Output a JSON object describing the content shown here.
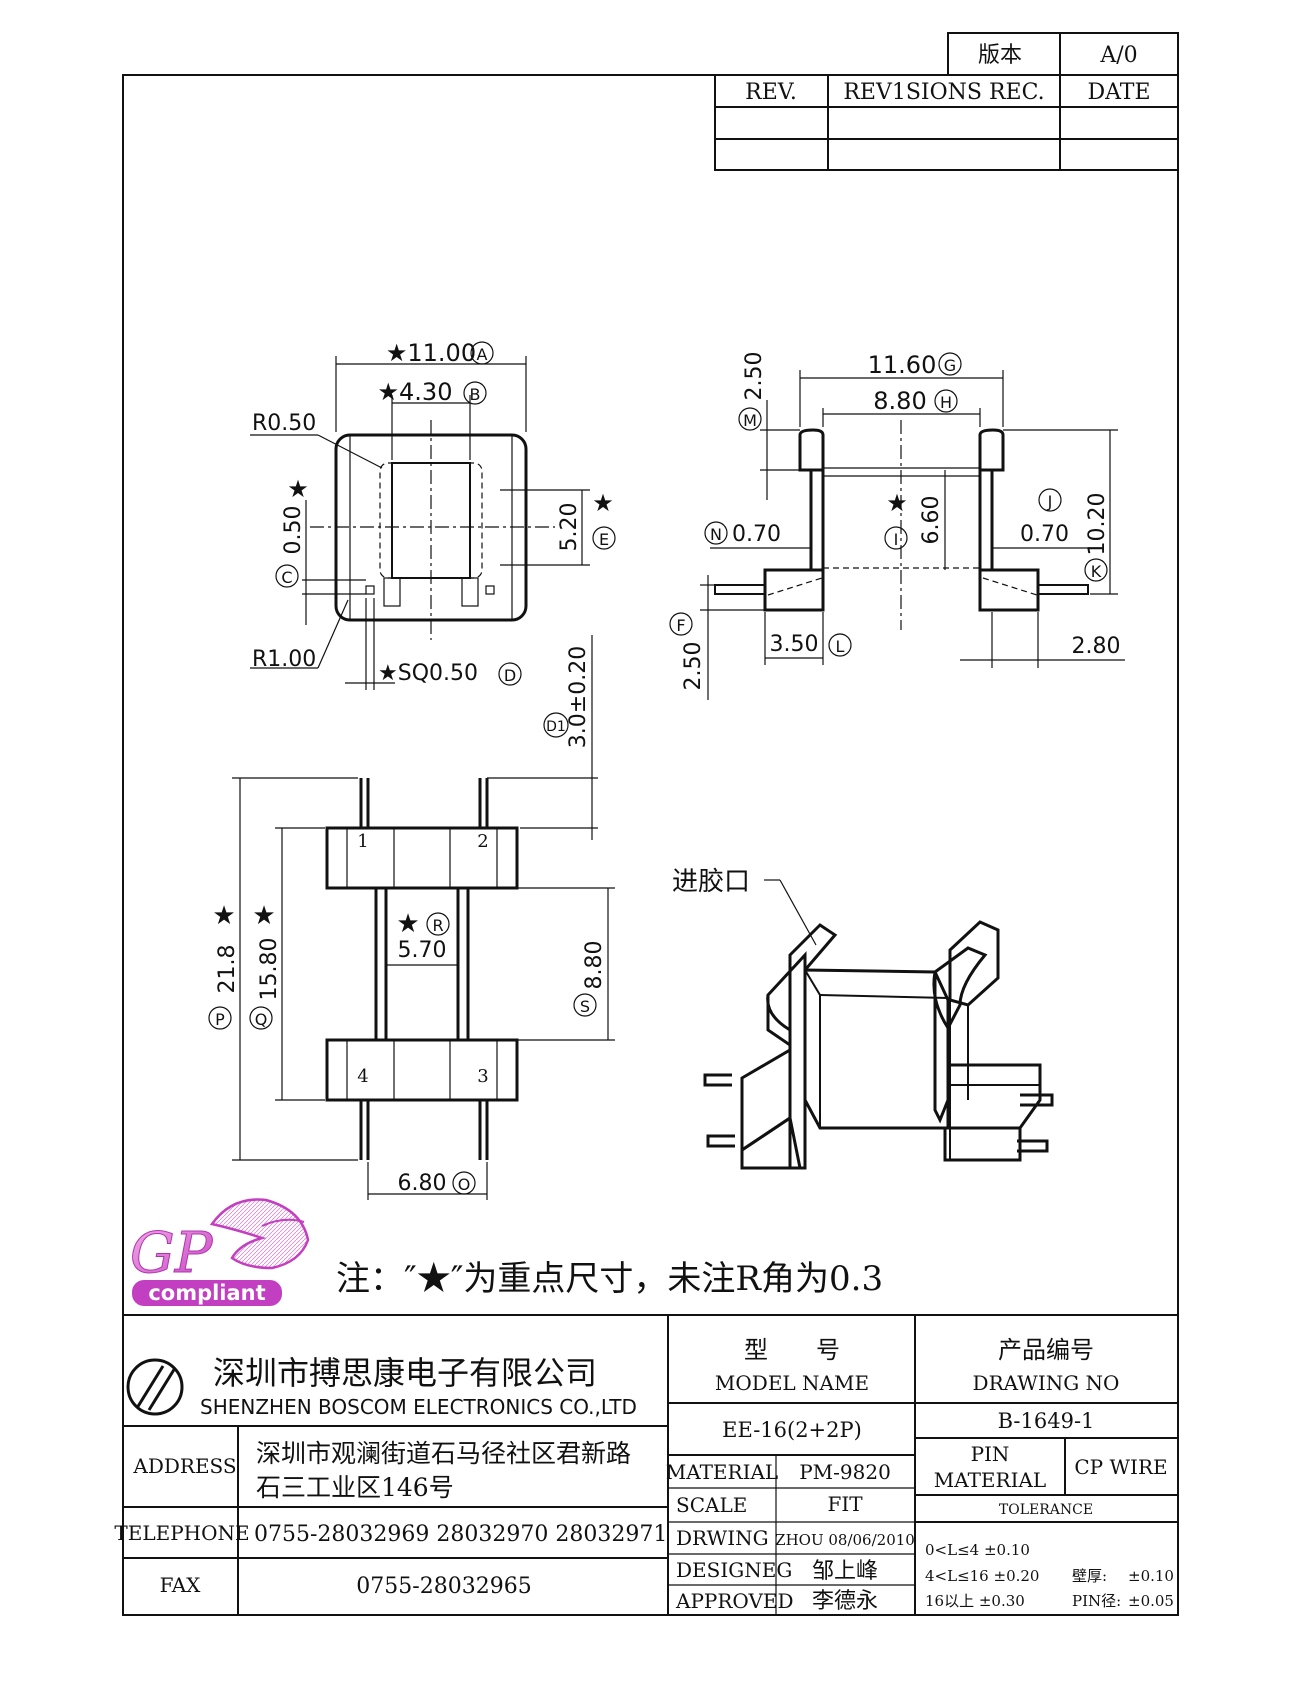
{
  "revision_box": {
    "version_label": "版本",
    "version_value": "A/0",
    "headers": [
      "REV.",
      "REV1SIONS REC.",
      "DATE"
    ]
  },
  "dimensions": {
    "A": "★11.00",
    "A_tag": "A",
    "B": "★4.30",
    "B_tag": "B",
    "R050": "R0.50",
    "C": "0.50",
    "C_tag": "C",
    "C_star": "★",
    "E": "5.20",
    "E_tag": "E",
    "E_star": "★",
    "R100": "R1.00",
    "D": "★SQ0.50",
    "D_tag": "D",
    "D1": "3.0±0.20",
    "D1_tag": "D1",
    "G": "11.60",
    "G_tag": "G",
    "H": "8.80",
    "H_tag": "H",
    "M": "2.50",
    "M_tag": "M",
    "N": "0.70",
    "N_tag": "N",
    "I": "6.60",
    "I_tag": "I",
    "I_star": "★",
    "J": "0.70",
    "J_tag": "J",
    "K": "10.20",
    "K_tag": "K",
    "F": "2.50",
    "F_tag": "F",
    "L": "3.50",
    "L_tag": "L",
    "W280": "2.80",
    "P": "21.8",
    "P_tag": "P",
    "P_star": "★",
    "Q": "15.80",
    "Q_tag": "Q",
    "Q_star": "★",
    "R": "5.70",
    "R_tag": "R",
    "R_star": "★",
    "S": "8.80",
    "S_tag": "S",
    "O": "6.80",
    "O_tag": "O"
  },
  "pins": [
    "1",
    "2",
    "4",
    "3"
  ],
  "gate_label": "进胶口",
  "logo": {
    "gp": "GP",
    "compliant": "compliant"
  },
  "note": "注：″★″为重点尺寸，未注R角为0.3",
  "company": {
    "name_cn": "深圳市搏思康电子有限公司",
    "name_en": "SHENZHEN BOSCOM ELECTRONICS CO.,LTD",
    "address_label": "ADDRESS",
    "address_line1": "深圳市观澜街道石马径社区君新路",
    "address_line2": "石三工业区146号",
    "telephone_label": "TELEPHONE",
    "telephone": "0755-28032969 28032970 28032971",
    "fax_label": "FAX",
    "fax": "0755-28032965"
  },
  "title_block": {
    "model_label_cn": "型　　号",
    "model_label_en": "MODEL NAME",
    "model_value": "EE-16(2+2P)",
    "drawing_label_cn": "产品编号",
    "drawing_label_en": "DRAWING NO",
    "drawing_value": "B-1649-1",
    "material_label": "MATERIAL",
    "material_value": "PM-9820",
    "scale_label": "SCALE",
    "scale_value": "FIT",
    "drawing_by_label": "DRWING",
    "drawing_by_value": "ZHOU 08/06/2010",
    "designed_label": "DESIGNEG",
    "designed_value": "邹上峰",
    "approved_label": "APPROVED",
    "approved_value": "李德永",
    "pin_material_label_1": "PIN",
    "pin_material_label_2": "MATERIAL",
    "pin_material_value": "CP WIRE",
    "tolerance_label": "TOLERANCE",
    "tol_1": "0<L≤4  ±0.10",
    "tol_2": "4<L≤16  ±0.20",
    "tol_3": "16以上     ±0.30",
    "wall_label": "壁厚:",
    "wall_value": "±0.10",
    "pin_label": "PIN径:",
    "pin_value": "±0.05"
  }
}
